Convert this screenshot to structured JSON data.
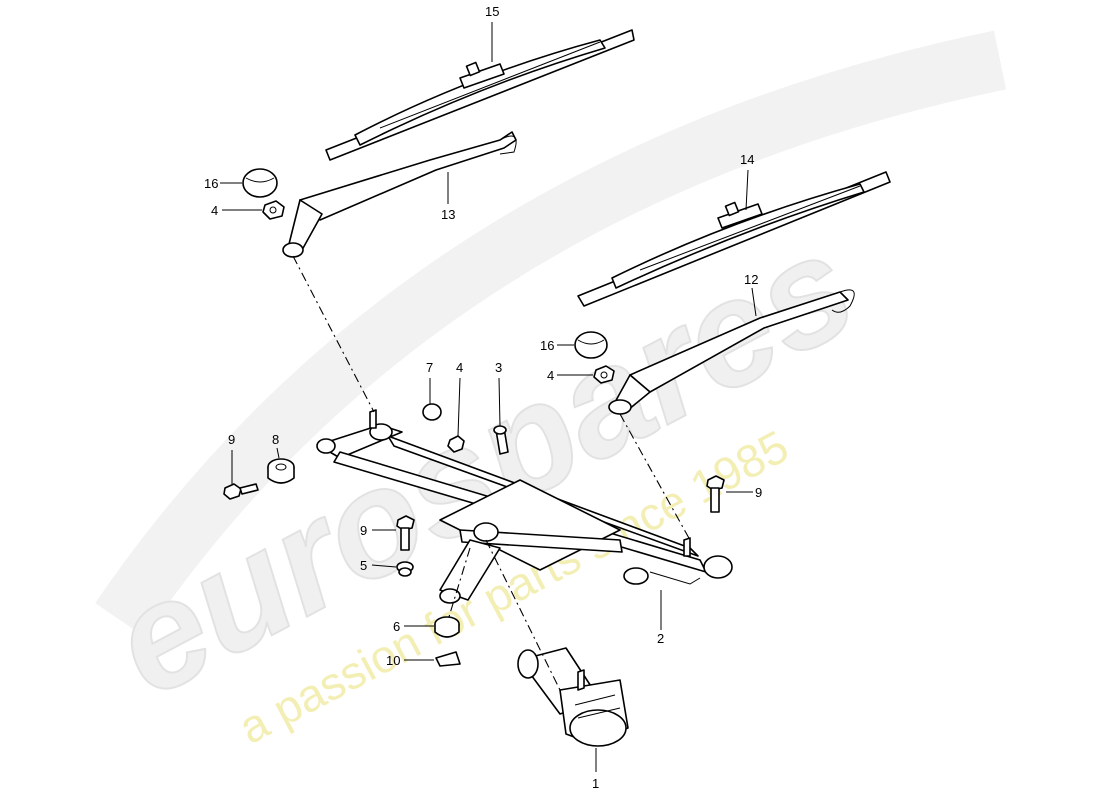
{
  "watermark": {
    "brand": "eurospares",
    "tagline": "a passion for parts since 1985"
  },
  "callouts": [
    {
      "id": "c15",
      "text": "15"
    },
    {
      "id": "c16a",
      "text": "16"
    },
    {
      "id": "c4a",
      "text": "4"
    },
    {
      "id": "c13",
      "text": "13"
    },
    {
      "id": "c14",
      "text": "14"
    },
    {
      "id": "c12",
      "text": "12"
    },
    {
      "id": "c16b",
      "text": "16"
    },
    {
      "id": "c4b",
      "text": "4"
    },
    {
      "id": "c7",
      "text": "7"
    },
    {
      "id": "c4c",
      "text": "4"
    },
    {
      "id": "c3",
      "text": "3"
    },
    {
      "id": "c9a",
      "text": "9"
    },
    {
      "id": "c8",
      "text": "8"
    },
    {
      "id": "c9b",
      "text": "9"
    },
    {
      "id": "c9c",
      "text": "9"
    },
    {
      "id": "c5",
      "text": "5"
    },
    {
      "id": "c6",
      "text": "6"
    },
    {
      "id": "c10",
      "text": "10"
    },
    {
      "id": "c2",
      "text": "2"
    },
    {
      "id": "c1",
      "text": "1"
    }
  ]
}
